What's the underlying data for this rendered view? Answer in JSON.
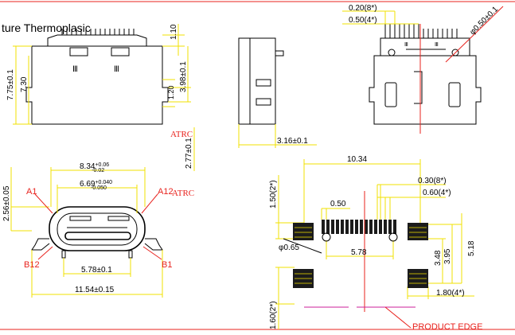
{
  "header": {
    "title_fragment": "ture Thermoplasic"
  },
  "top_left_view": {
    "overall_height": "7.75±0.1",
    "body_height": "7.30",
    "shell_top": "1.10",
    "pin_height": "3.98±0.1",
    "pin_gap": "1.20",
    "pin_glyph": "Ⅲ"
  },
  "top_side_view": {
    "depth": "3.16±0.1",
    "atrc_label": "ATRC",
    "atrc_dim": "2.77±0.1"
  },
  "top_right_view": {
    "pitch_dim": "0.20(8*)",
    "pin_width_dim": "0.50(4*)",
    "hole_dim": "φ0.50±0.1"
  },
  "front_view": {
    "overall_width_main": "8.34",
    "overall_width_tol_upper": "+0.06",
    "overall_width_tol_lower": "-0.02",
    "inner_width_main": "6.69",
    "inner_width_tol_upper": "+0.040",
    "inner_width_tol_lower": "-0.050",
    "height": "2.56±0.05",
    "a1": "A1",
    "a12": "A12",
    "b12": "B12",
    "b1": "B1",
    "atrc_label": "ATRC",
    "foot_spacing": "5.78±0.1",
    "total_width": "11.54±0.15"
  },
  "footprint": {
    "total_width": "10.34",
    "pad_width_8": "0.30(8*)",
    "pad_width_4": "0.60(4*)",
    "pitch": "0.50",
    "pad_height": "1.50(2*)",
    "hole_diameter": "φ0.65",
    "hole_spacing": "5.78",
    "dim_348": "3.48",
    "dim_395": "3.95",
    "dim_518": "5.18",
    "pad_size": "1.80(4*)",
    "bottom_height": "1.60(2*)",
    "product_edge": "PRODUCT  EDGE"
  },
  "colors": {
    "dimension_lines": "#f2e200",
    "outline": "#000000",
    "annotation_red": "#e8231e",
    "edge_magenta": "#cc1f9a",
    "pad_fill": "#1b1b1b"
  }
}
